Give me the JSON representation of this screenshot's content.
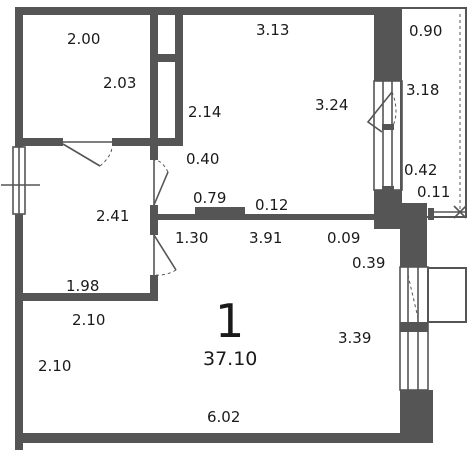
{
  "plan": {
    "room_number": "1",
    "room_area": "37.10",
    "dimensions": [
      {
        "id": "wc-width",
        "text": "2.00"
      },
      {
        "id": "wc-height",
        "text": "2.03"
      },
      {
        "id": "closet-height",
        "text": "2.14"
      },
      {
        "id": "kitchen-top",
        "text": "3.13"
      },
      {
        "id": "kitchen-right",
        "text": "3.24"
      },
      {
        "id": "balcony-width",
        "text": "0.90"
      },
      {
        "id": "balcony-length",
        "text": "3.18"
      },
      {
        "id": "partition-gap",
        "text": "0.40"
      },
      {
        "id": "window-pier",
        "text": "0.42"
      },
      {
        "id": "balcony-end",
        "text": "0.11"
      },
      {
        "id": "hall-height",
        "text": "2.41"
      },
      {
        "id": "wall-segment",
        "text": "0.79"
      },
      {
        "id": "wall-thickness",
        "text": "0.12"
      },
      {
        "id": "hall-offset",
        "text": "1.30"
      },
      {
        "id": "room-upper-width",
        "text": "3.91"
      },
      {
        "id": "corner-gap",
        "text": "0.09"
      },
      {
        "id": "right-pier",
        "text": "0.39"
      },
      {
        "id": "hall-width",
        "text": "1.98"
      },
      {
        "id": "room-left-upper",
        "text": "2.10"
      },
      {
        "id": "room-left-lower",
        "text": "2.10"
      },
      {
        "id": "room-right",
        "text": "3.39"
      },
      {
        "id": "room-bottom",
        "text": "6.02"
      }
    ]
  }
}
